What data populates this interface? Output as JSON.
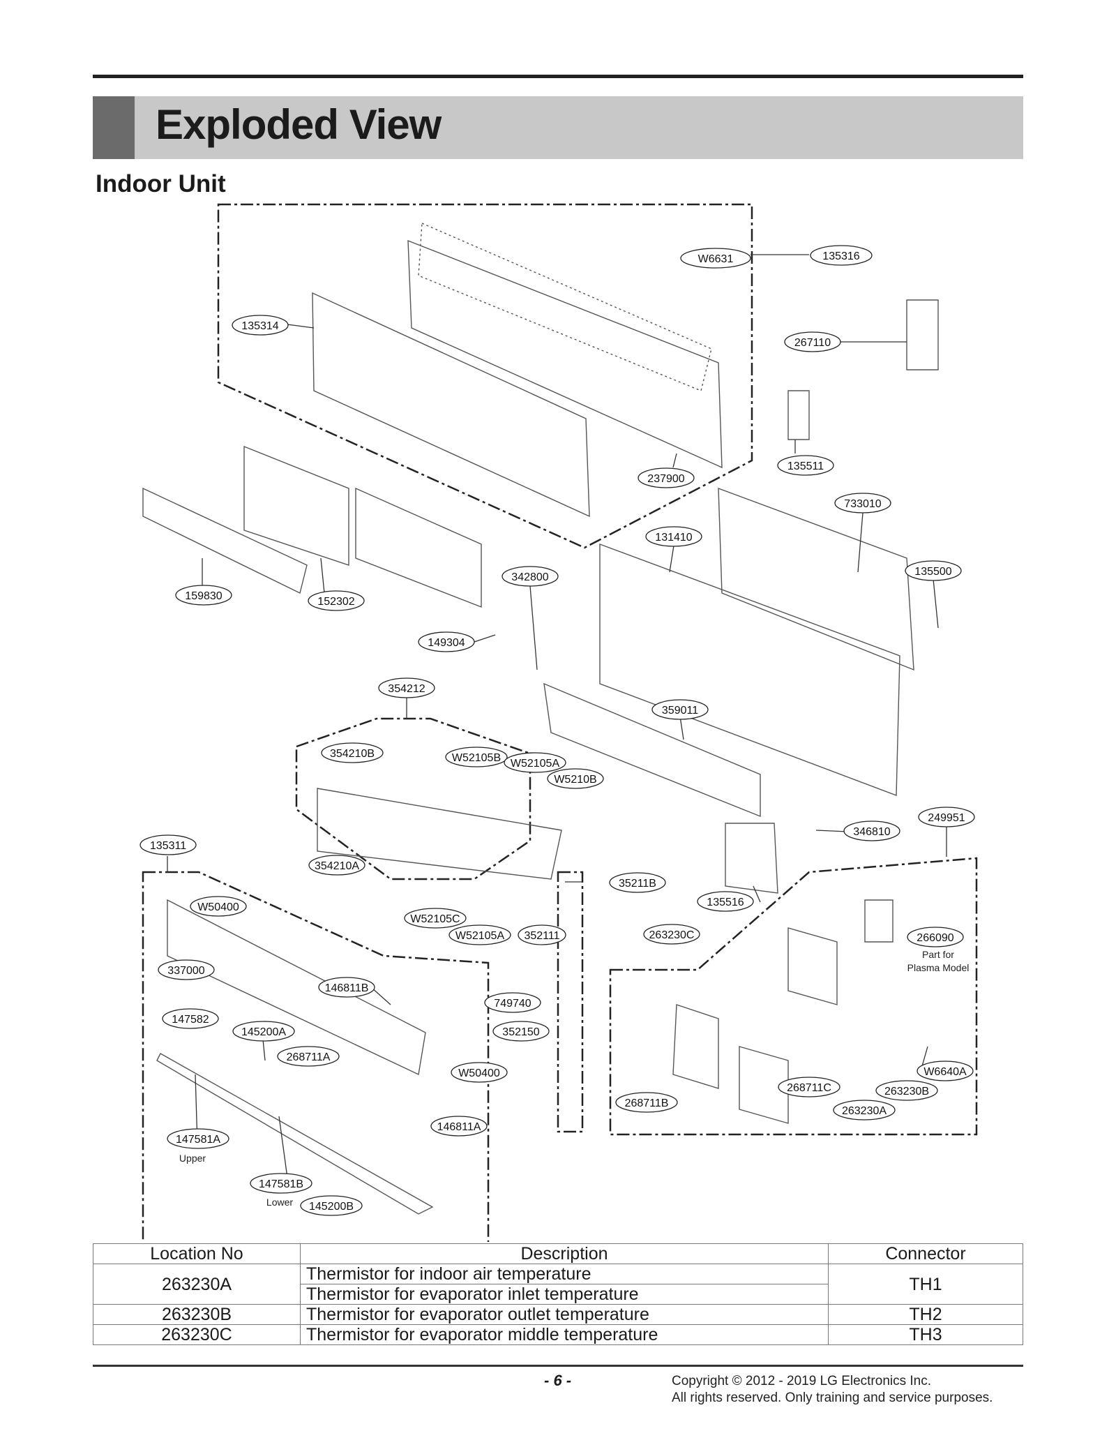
{
  "page": {
    "title": "Exploded View",
    "section": "Indoor Unit",
    "page_number": "- 6 -",
    "copyright_line1": "Copyright © 2012 - 2019 LG Electronics Inc.",
    "copyright_line2": "All rights reserved. Only training and service purposes."
  },
  "callouts": [
    "W6631",
    "135316",
    "135314",
    "267110",
    "135511",
    "237900",
    "733010",
    "131410",
    "135500",
    "342800",
    "159830",
    "152302",
    "149304",
    "354212",
    "359011",
    "354210B",
    "W52105B",
    "W52105A",
    "W5210B",
    "249951",
    "346810",
    "135311",
    "354210A",
    "35211B",
    "135516",
    "W50400",
    "W52105C",
    "W52105A",
    "352111",
    "263230C",
    "266090",
    "337000",
    "146811B",
    "749740",
    "147582",
    "145200A",
    "352150",
    "268711A",
    "W50400",
    "W6640A",
    "268711C",
    "263230B",
    "268711B",
    "263230A",
    "146811A",
    "147581A",
    "147581B",
    "145200B"
  ],
  "notes": {
    "plasma_line1": "Part for",
    "plasma_line2": "Plasma Model",
    "upper": "Upper",
    "lower": "Lower"
  },
  "table": {
    "headers": [
      "Location No",
      "Description",
      "Connector"
    ],
    "rows": [
      {
        "location": "263230A",
        "descriptions": [
          "Thermistor for indoor air temperature",
          "Thermistor for evaporator inlet temperature"
        ],
        "connector": "TH1"
      },
      {
        "location": "263230B",
        "descriptions": [
          "Thermistor for evaporator outlet temperature"
        ],
        "connector": "TH2"
      },
      {
        "location": "263230C",
        "descriptions": [
          "Thermistor for evaporator middle temperature"
        ],
        "connector": "TH3"
      }
    ]
  }
}
